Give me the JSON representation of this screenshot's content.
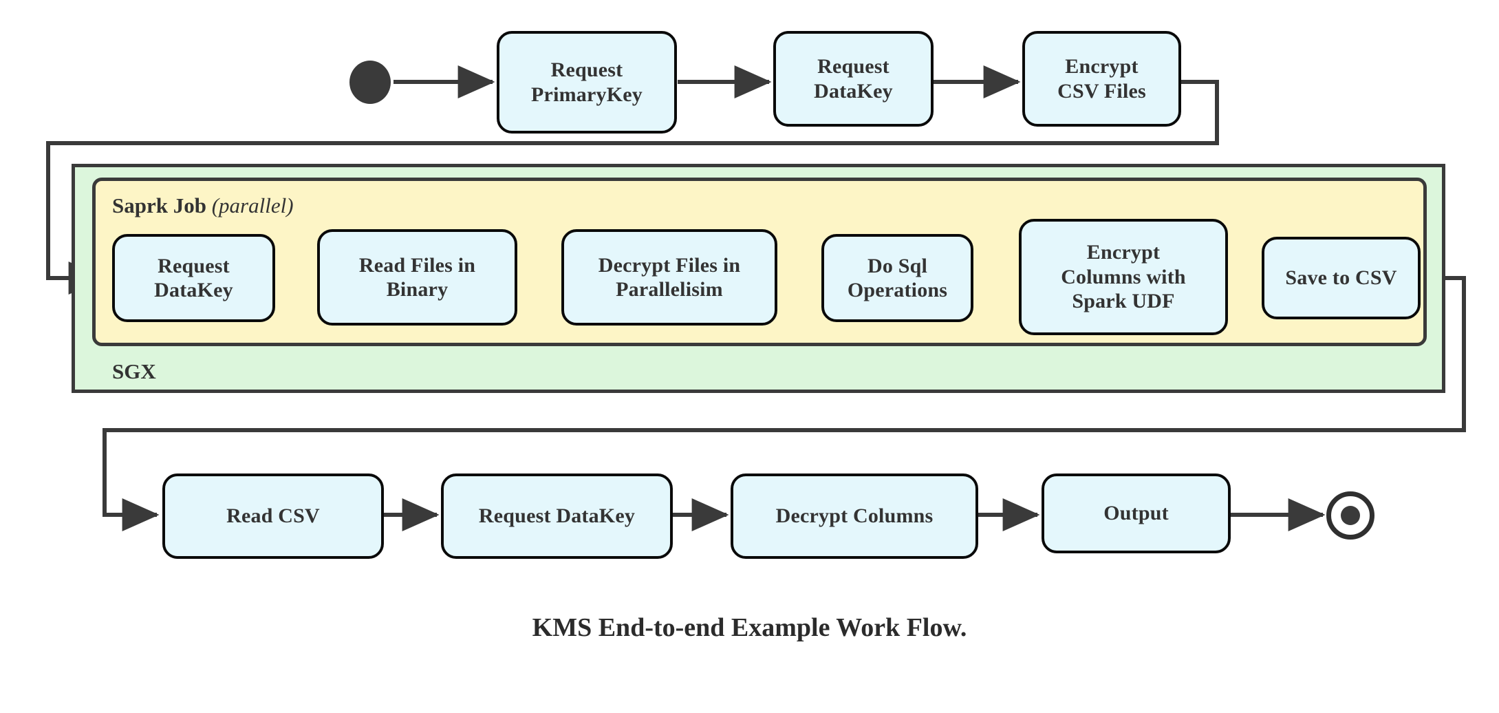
{
  "diagram": {
    "caption": "KMS End-to-end Example Work Flow.",
    "colors": {
      "node_fill": "#e4f7fc",
      "node_stroke": "#0a0a0a",
      "sgx_fill": "#dcf6dc",
      "spark_fill": "#fdf5c6",
      "connector": "#3a3a3a",
      "text": "#333333"
    },
    "start_node": {
      "name": "start"
    },
    "end_node": {
      "name": "end"
    },
    "groups": {
      "sgx": {
        "label": "SGX"
      },
      "spark": {
        "label_bold": "Saprk Job",
        "label_italic": "(parallel)"
      }
    },
    "top_row": [
      {
        "id": "request-primarykey",
        "line1": "Request",
        "line2": "PrimaryKey"
      },
      {
        "id": "request-datakey-top",
        "line1": "Request",
        "line2": "DataKey"
      },
      {
        "id": "encrypt-csv-files",
        "line1": "Encrypt",
        "line2": "CSV Files"
      }
    ],
    "spark_row": [
      {
        "id": "request-datakey-spark",
        "line1": "Request",
        "line2": "DataKey",
        "line3": ""
      },
      {
        "id": "read-files-in-binary",
        "line1": "Read Files in",
        "line2": "Binary",
        "line3": ""
      },
      {
        "id": "decrypt-files-in-parallelisim",
        "line1": "Decrypt Files in",
        "line2": "Parallelisim",
        "line3": ""
      },
      {
        "id": "do-sql-operations",
        "line1": "Do Sql",
        "line2": "Operations",
        "line3": ""
      },
      {
        "id": "encrypt-columns-with-spark-udf",
        "line1": "Encrypt",
        "line2": "Columns with",
        "line3": "Spark UDF"
      },
      {
        "id": "save-to-csv",
        "line1": "Save to CSV",
        "line2": "",
        "line3": ""
      }
    ],
    "bottom_row": [
      {
        "id": "read-csv",
        "line1": "Read CSV"
      },
      {
        "id": "request-datakey-bottom",
        "line1": "Request DataKey"
      },
      {
        "id": "decrypt-columns",
        "line1": "Decrypt Columns"
      },
      {
        "id": "output",
        "line1": "Output"
      }
    ]
  }
}
